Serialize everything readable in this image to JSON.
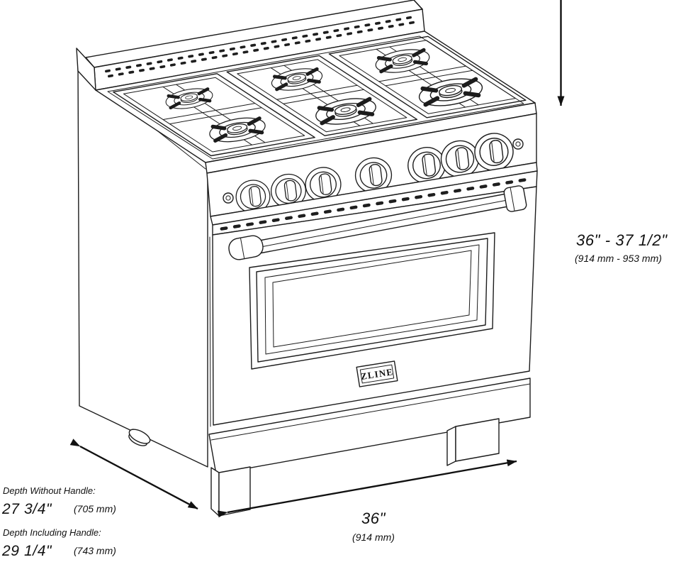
{
  "diagram": {
    "brand_badge": "ZLINE",
    "dim_height": {
      "imperial": "36\" - 37 1/2\"",
      "metric": "(914 mm - 953 mm)"
    },
    "dim_width": {
      "imperial": "36\"",
      "metric": "(914 mm)"
    },
    "dim_depth_no_handle": {
      "label": "Depth Without Handle:",
      "imperial": "27 3/4\"",
      "metric": "(705 mm)"
    },
    "dim_depth_handle": {
      "label": "Depth Including Handle:",
      "imperial": "29 1/4\"",
      "metric": "(743 mm)"
    }
  }
}
